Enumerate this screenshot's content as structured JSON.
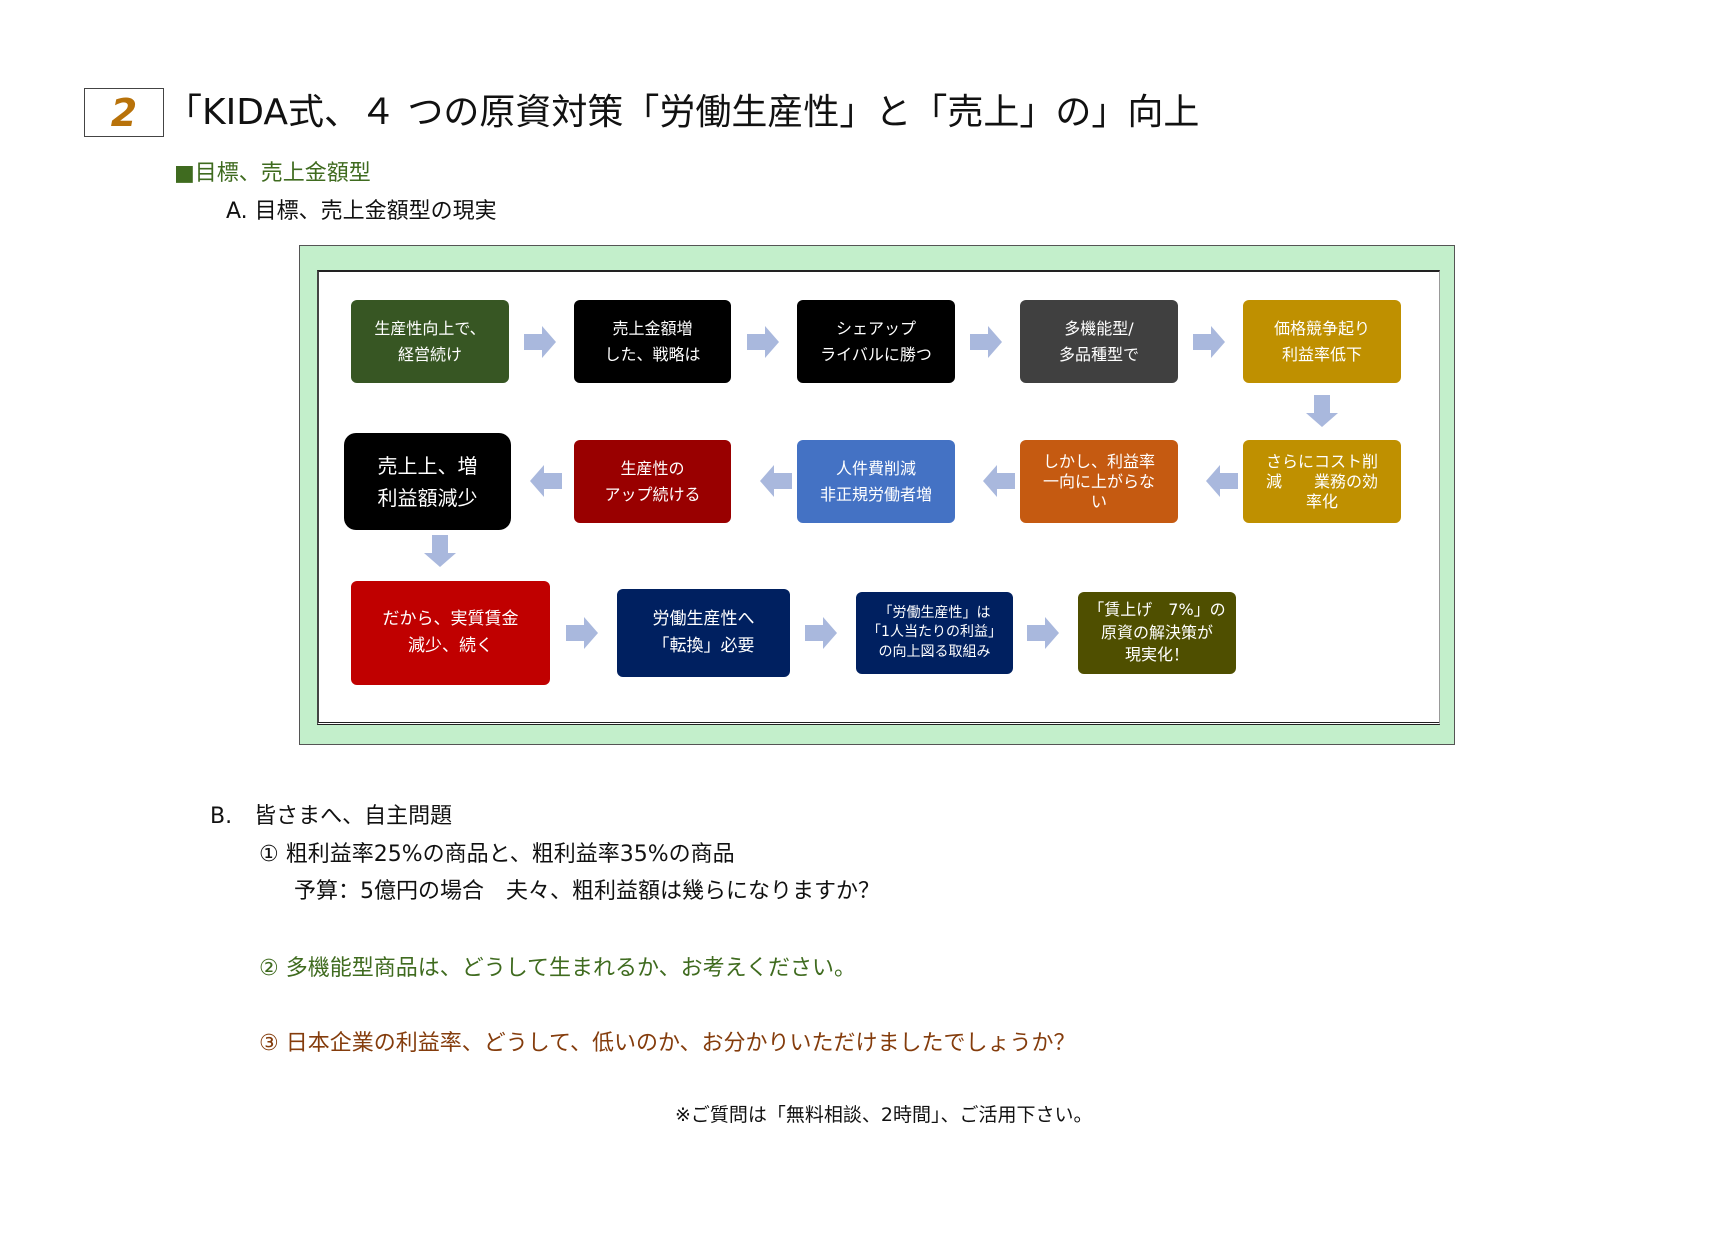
{
  "header": {
    "section_number": "2",
    "title": "「KIDA式、４ つの原資対策「労働生産性」と「売上」の」向上",
    "subheading": "■目標、売上金額型",
    "section_a": "A. 目標、売上金額型の現実"
  },
  "flow": {
    "row1": [
      {
        "text": "生産性向上で、\n経営続け",
        "color": "#375623"
      },
      {
        "text": "売上金額増\nした、戦略は",
        "color": "#000000"
      },
      {
        "text": "シェアップ\nライバルに勝つ",
        "color": "#000000"
      },
      {
        "text": "多機能型/\n多品種型で",
        "color": "#404040"
      },
      {
        "text": "価格競争起り\n利益率低下",
        "color": "#bf9000"
      }
    ],
    "row2": [
      {
        "text": "売上上、増\n利益額減少",
        "color": "#000000"
      },
      {
        "text": "生産性の\nアップ続ける",
        "color": "#990000"
      },
      {
        "text": "人件費削減\n非正規労働者増",
        "color": "#4472c4"
      },
      {
        "text": "しかし、利益率\n一向に上がらな\nい",
        "color": "#c55a11"
      },
      {
        "text": "さらにコスト削\n減　　業務の効\n率化",
        "color": "#bf9000"
      }
    ],
    "row3": [
      {
        "text": "だから、実質賃金\n減少、続く",
        "color": "#c00000"
      },
      {
        "text": "労働生産性へ\n「転換」必要",
        "color": "#002060"
      },
      {
        "text": "「労働生産性」は\n「1人当たりの利益」\nの向上図る取組み",
        "color": "#002060"
      },
      {
        "text": "「賃上げ　7%」の\n原資の解決策が\n現実化！",
        "color": "#4f4f00"
      }
    ],
    "arrow_color": "#a9b8dd"
  },
  "questions": {
    "section_b": "B.　皆さまへ、自主問題",
    "q1_line1": "①  粗利益率25%の商品と、粗利益率35%の商品",
    "q1_line2": "予算：5億円の場合　夫々、粗利益額は幾らになりますか？",
    "q2": "②  多機能型商品は、どうして生まれるか、お考えください。",
    "q3": "③  日本企業の利益率、どうして、低いのか、お分かりいただけましたでしょうか？",
    "note": "※ご質問は「無料相談、2時間」、ご活用下さい。"
  }
}
